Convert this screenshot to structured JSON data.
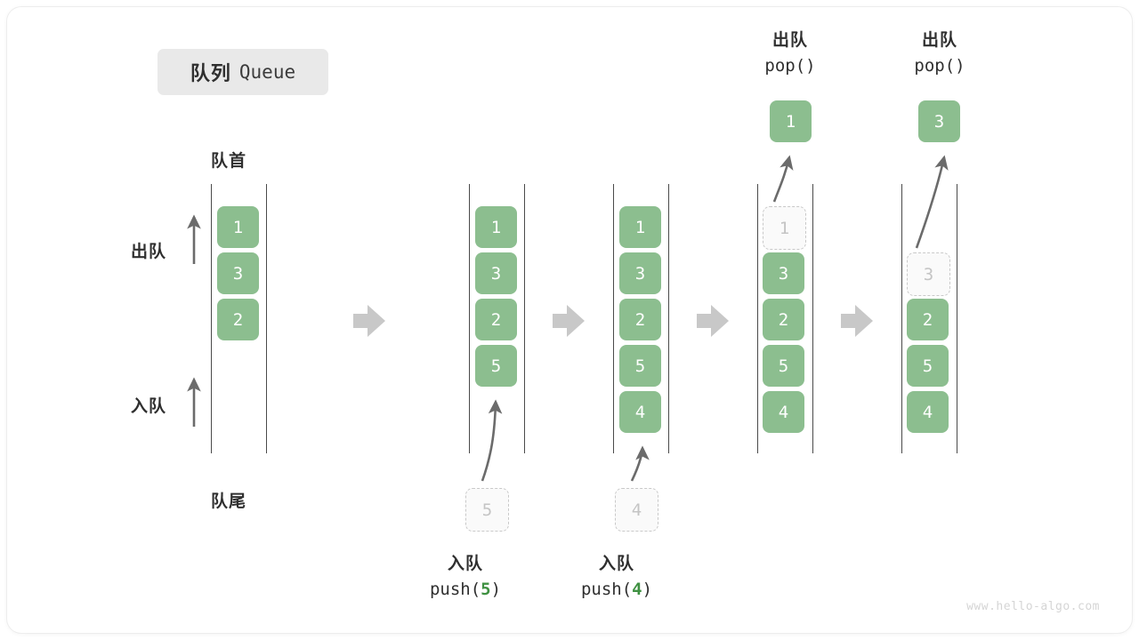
{
  "title": {
    "cn": "队列",
    "en": "Queue"
  },
  "labels": {
    "head": "队首",
    "tail": "队尾",
    "dequeue": "出队",
    "enqueue": "入队"
  },
  "colors": {
    "element_fill": "#8cbe8f",
    "element_text": "#ffffff",
    "ghost_border": "#c9c9c9",
    "ghost_text": "#c4c4c4",
    "rail": "#4a4a4a",
    "arrow": "#6b6b6b",
    "step_arrow": "#c8c8c8",
    "badge_bg": "#e9e9e9",
    "accent_green": "#3f9142",
    "watermark": "#d5d5d5"
  },
  "panels": [
    {
      "id": "initial",
      "elements": [
        "1",
        "3",
        "2"
      ],
      "ghost_top": null,
      "ghost_bottom": null,
      "caption": null
    },
    {
      "id": "after-push-5",
      "elements": [
        "1",
        "3",
        "2",
        "5"
      ],
      "ghost_top": null,
      "ghost_bottom": "5",
      "caption": {
        "line1": "入队",
        "op": "push(",
        "num": "5",
        "close": ")"
      }
    },
    {
      "id": "after-push-4",
      "elements": [
        "1",
        "3",
        "2",
        "5",
        "4"
      ],
      "ghost_top": null,
      "ghost_bottom": "4",
      "caption": {
        "line1": "入队",
        "op": "push(",
        "num": "4",
        "close": ")"
      }
    },
    {
      "id": "pop-1",
      "elements": [
        "3",
        "2",
        "5",
        "4"
      ],
      "ghost_top": "1",
      "popped": "1",
      "caption_top": {
        "line1": "出队",
        "line2": "pop()"
      }
    },
    {
      "id": "pop-3",
      "elements": [
        "2",
        "5",
        "4"
      ],
      "ghost_top": "3",
      "popped": "3",
      "caption_top": {
        "line1": "出队",
        "line2": "pop()"
      }
    }
  ],
  "watermark": "www.hello-algo.com"
}
